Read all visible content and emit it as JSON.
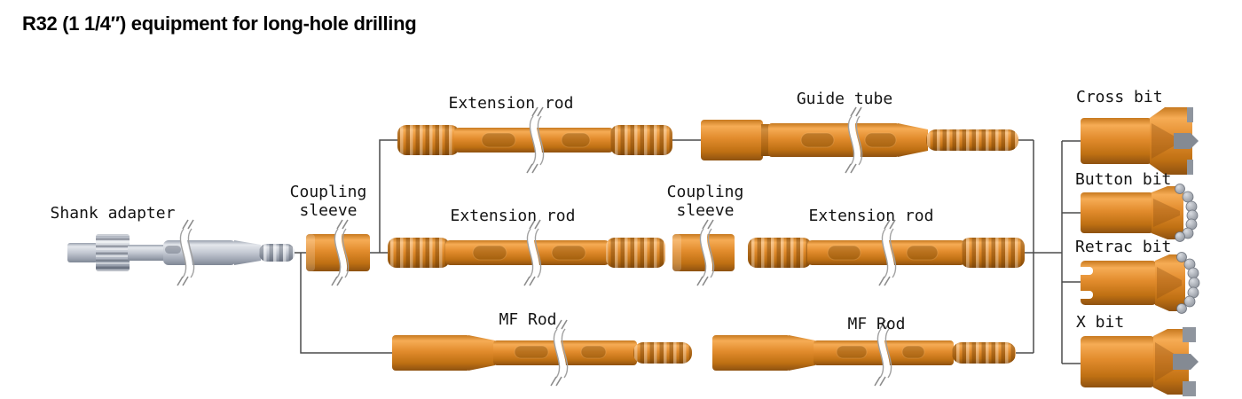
{
  "title": "R32 (1 1/4″) equipment for long-hole drilling",
  "diagram": {
    "labels": {
      "shank_adapter": "Shank adapter",
      "coupling_sleeve_1": "Coupling sleeve",
      "extension_rod_top": "Extension rod",
      "guide_tube": "Guide tube",
      "extension_rod_mid_1": "Extension rod",
      "coupling_sleeve_2": "Coupling sleeve",
      "extension_rod_mid_2": "Extension rod",
      "mf_rod_1": "MF Rod",
      "mf_rod_2": "MF Rod",
      "cross_bit": "Cross bit",
      "button_bit": "Button bit",
      "retrac_bit": "Retrac bit",
      "x_bit": "X bit"
    },
    "colors": {
      "component_orange": "#E28C2D",
      "component_gray": "#C3C8D2",
      "connector_line": "#4C4C4C"
    }
  }
}
